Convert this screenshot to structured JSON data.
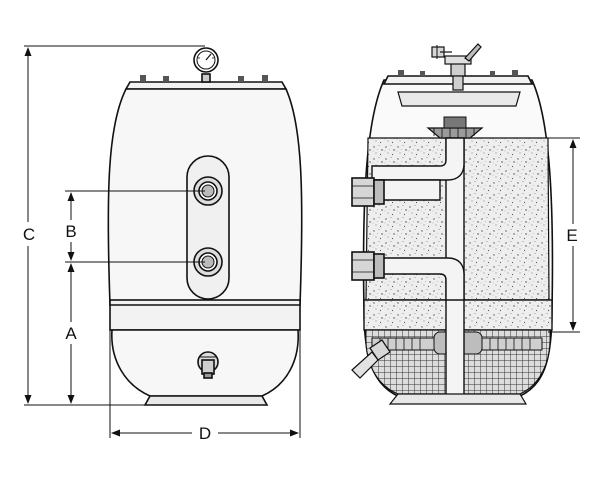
{
  "labels": {
    "a": "A",
    "b": "B",
    "c": "C",
    "d": "D",
    "e": "E"
  },
  "colors": {
    "line": "#111111",
    "tank_fill": "#f7f7f7",
    "media_fill": "#ececec",
    "gauge_face": "#ffffff",
    "background": "#ffffff"
  },
  "icons": {
    "pressure_gauge": "pressure-gauge-icon",
    "air_release_valve": "air-release-valve-icon",
    "drain_valve": "drain-valve-icon"
  }
}
